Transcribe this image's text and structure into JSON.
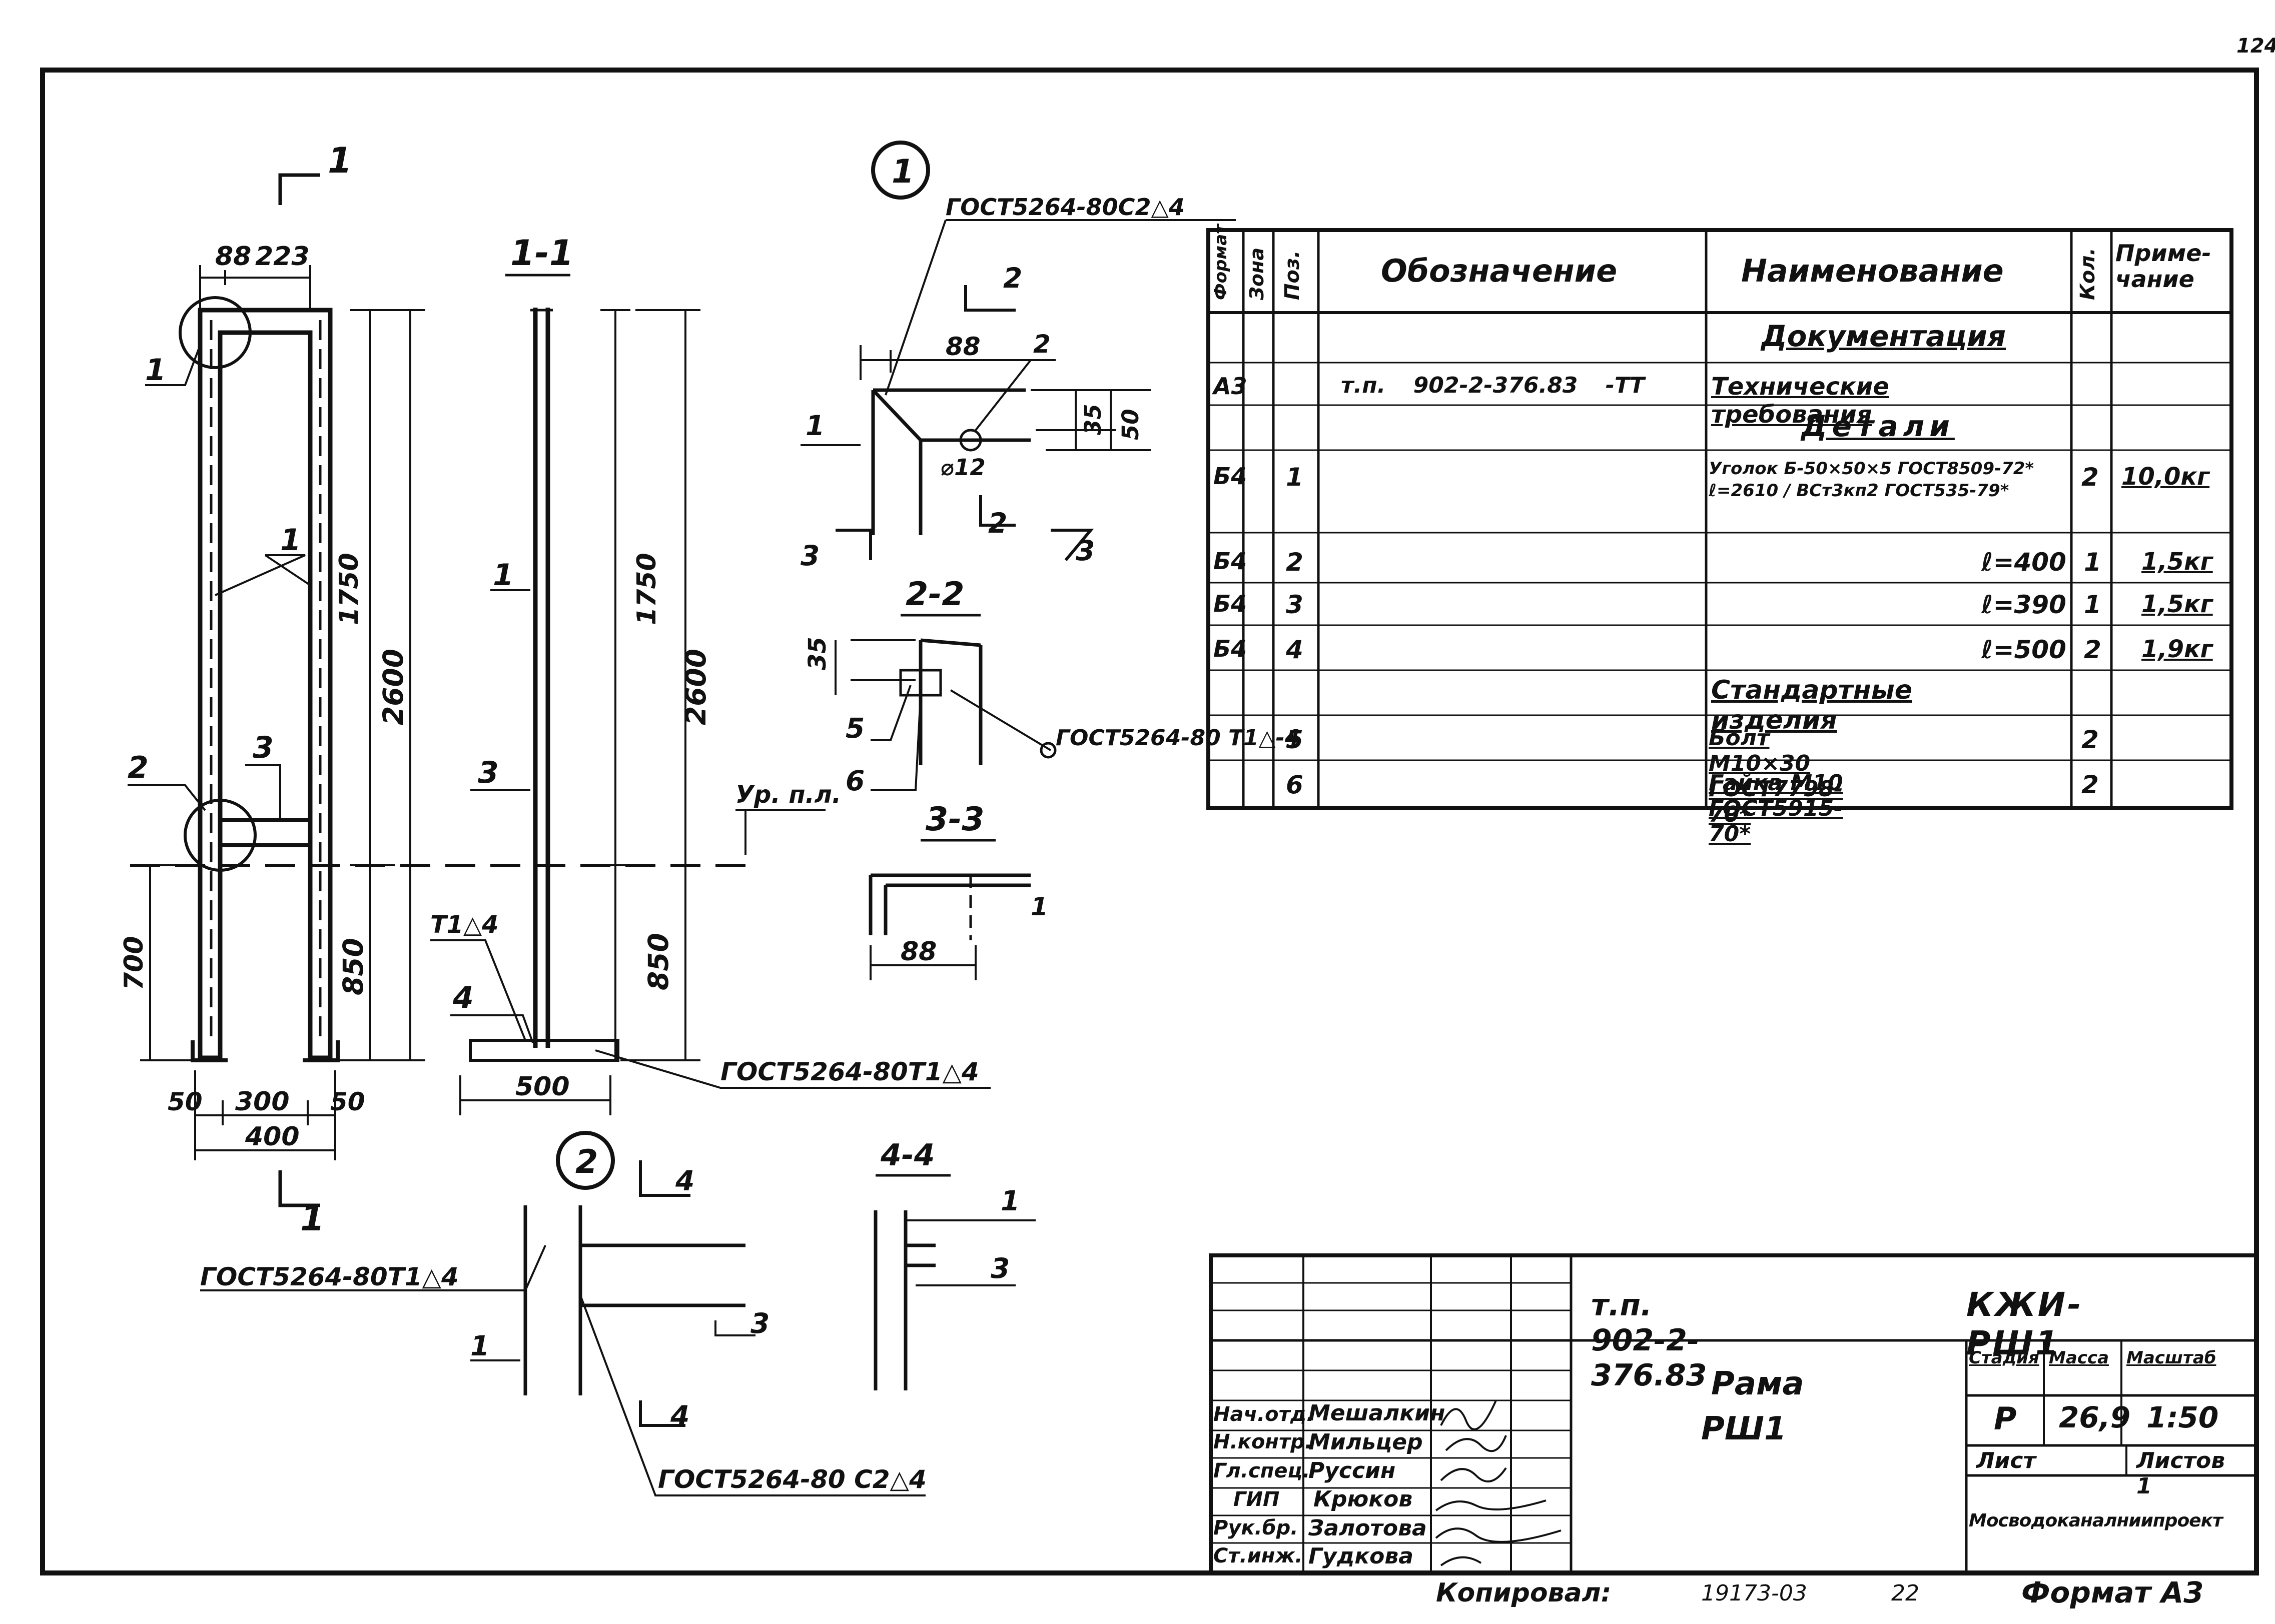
{
  "sheet_number": "124",
  "drawing": {
    "section_1_1_arrow_label": "1",
    "top_dims": {
      "a": "88",
      "b": "223"
    },
    "frame_dims": {
      "h1750": "1750",
      "h2600": "2600",
      "h700": "700",
      "h850": "850",
      "w50a": "50",
      "w300": "300",
      "w50b": "50",
      "w400": "400",
      "w500": "500"
    },
    "section_1_1_title": "1-1",
    "callouts": {
      "c1": "1",
      "c2": "2",
      "c3": "3",
      "c4": "4",
      "c5": "5",
      "c6": "6"
    },
    "floor_level": "Ур. п.л.",
    "weld_t1_4": "T1△4",
    "weld_bottom": "ГОСТ5264-80Т1△4",
    "detail_1_label": "1",
    "detail_1_weld": "ГОСТ5264-80С2△4",
    "detail_1_dims": {
      "d88": "88",
      "d35": "35",
      "d50": "50",
      "dphi": "⌀12"
    },
    "section_2_2_title": "2-2",
    "section_2_2_weld": "ГОСТ5264-80 Т1△-4",
    "section_2_2_dim": "35",
    "section_3_3_title": "3-3",
    "section_3_3_dim": "88",
    "detail_2_label": "2",
    "detail_2_weld_left": "ГОСТ5264-80Т1△4",
    "detail_2_weld_bottom": "ГОСТ5264-80 С2△4",
    "section_4_4_title": "4-4"
  },
  "spec_table": {
    "headers": [
      "Формат",
      "Зона",
      "Поз.",
      "Обозначение",
      "Наименование",
      "Кол.",
      "Приме-чание"
    ],
    "rows": [
      {
        "format": "",
        "zone": "",
        "pos": "",
        "designation": "",
        "name": "Документация",
        "qty": "",
        "note": ""
      },
      {
        "format": "А3",
        "zone": "",
        "pos": "",
        "designation": "т.п. 902-2-376.83 -ТТ",
        "name": "Технические требования",
        "qty": "",
        "note": ""
      },
      {
        "format": "",
        "zone": "",
        "pos": "",
        "designation": "",
        "name": "Детали",
        "qty": "",
        "note": ""
      },
      {
        "format": "Б4",
        "zone": "",
        "pos": "1",
        "designation": "",
        "name": "Уголок Б-50×50×5 ГОСТ8509-72* ℓ=2610 / ВСт3кп2 ГОСТ535-79*",
        "qty": "2",
        "note": "10,0кг"
      },
      {
        "format": "Б4",
        "zone": "",
        "pos": "2",
        "designation": "",
        "name": "ℓ=400",
        "qty": "1",
        "note": "1,5кг"
      },
      {
        "format": "Б4",
        "zone": "",
        "pos": "3",
        "designation": "",
        "name": "ℓ=390",
        "qty": "1",
        "note": "1,5кг"
      },
      {
        "format": "Б4",
        "zone": "",
        "pos": "4",
        "designation": "",
        "name": "ℓ=500",
        "qty": "2",
        "note": "1,9кг"
      },
      {
        "format": "",
        "zone": "",
        "pos": "",
        "designation": "",
        "name": "Стандартные изделия",
        "qty": "",
        "note": ""
      },
      {
        "format": "",
        "zone": "",
        "pos": "5",
        "designation": "",
        "name": "Болт М10×30 ГОСТ7798-70*",
        "qty": "2",
        "note": ""
      },
      {
        "format": "",
        "zone": "",
        "pos": "6",
        "designation": "",
        "name": "Гайка М10 ГОСТ5915-70*",
        "qty": "2",
        "note": ""
      }
    ]
  },
  "title_block": {
    "doc_code": "т.п. 902-2-376.83",
    "sheet_code": "КЖИ-РШ1",
    "title_line1": "Рама",
    "title_line2": "РШ1",
    "stage_label": "Стадия",
    "mass_label": "Масса",
    "scale_label": "Масштаб",
    "stage": "Р",
    "mass": "26,9",
    "scale": "1:50",
    "sheet_label": "Лист",
    "sheets_label": "Листов 1",
    "organization": "Мосводоканалниипроект",
    "signatures": [
      {
        "role": "Нач.отд.",
        "name": "Мешалкин"
      },
      {
        "role": "Н.контр.",
        "name": "Мильцер"
      },
      {
        "role": "Гл.спец.",
        "name": "Руссин"
      },
      {
        "role": "ГИП",
        "name": "Крюков"
      },
      {
        "role": "Рук.бр.",
        "name": "Залотова"
      },
      {
        "role": "Ст.инж.",
        "name": "Гудкова"
      }
    ]
  },
  "footer": {
    "copied": "Копировал:",
    "number": "19173-03",
    "page": "22",
    "format": "Формат А3"
  }
}
